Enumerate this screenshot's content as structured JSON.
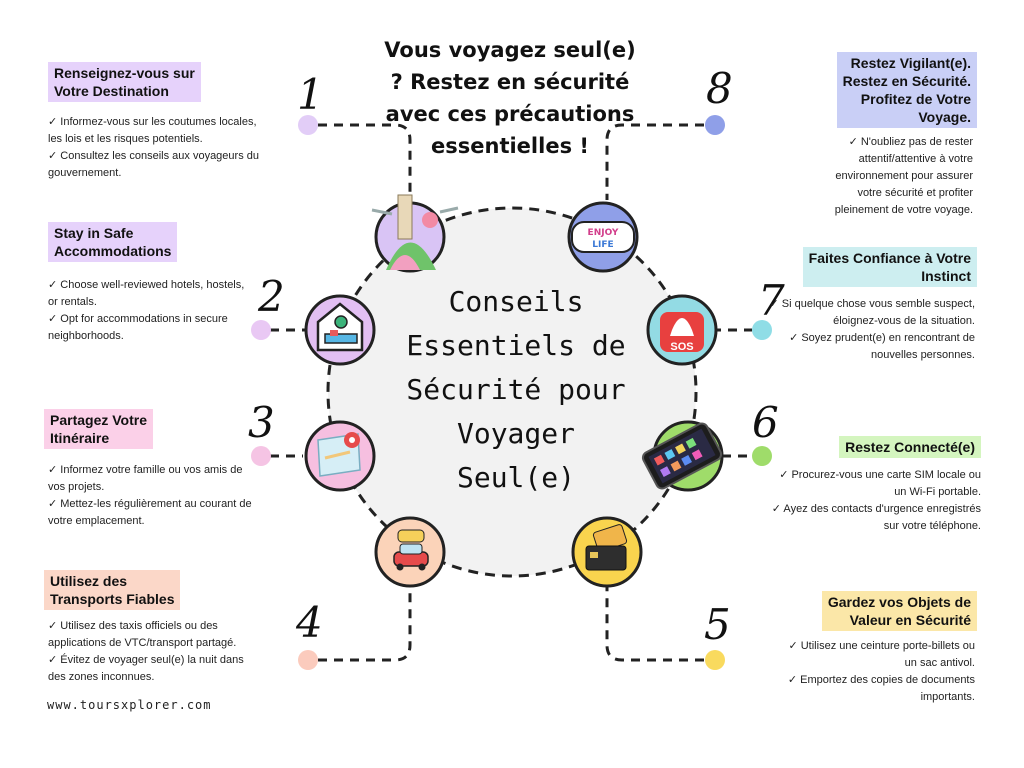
{
  "top_title": "Vous voyagez seul(e) ? Restez en sécurité avec ces précautions essentielles !",
  "center_title": "Conseils Essentiels de Sécurité pour Voyager Seul(e)",
  "footer_url": "www.toursxplorer.com",
  "icon_labels": {
    "enjoy": [
      "ENJOY",
      "LIFE"
    ],
    "sos": "SOS"
  },
  "tips": [
    {
      "number": "1",
      "heading_lines": [
        "Renseignez-vous sur",
        "Votre Destination"
      ],
      "body": [
        "✓ Informez-vous sur les coutumes locales, les lois et les risques potentiels.",
        "✓ Consultez les conseils aux voyageurs du gouvernement."
      ],
      "color": "#e6d2fb",
      "icon": "landmarks-icon"
    },
    {
      "number": "2",
      "heading_lines": [
        "Stay in Safe",
        "Accommodations"
      ],
      "body": [
        "✓ Choose well-reviewed hotels, hostels, or rentals.",
        "✓ Opt for accommodations in secure neighborhoods."
      ],
      "color": "#e6d2fb",
      "icon": "hotel-bed-icon"
    },
    {
      "number": "3",
      "heading_lines": [
        "Partagez Votre",
        "Itinéraire"
      ],
      "body": [
        "✓ Informez votre famille ou vos amis de vos projets.",
        "✓ Mettez-les régulièrement au courant de votre emplacement."
      ],
      "color": "#fbd0e8",
      "icon": "map-pin-icon"
    },
    {
      "number": "4",
      "heading_lines": [
        "Utilisez des",
        "Transports Fiables"
      ],
      "body": [
        "✓ Utilisez des taxis officiels ou des applications de VTC/transport partagé.",
        "✓ Évitez de voyager seul(e) la nuit dans des zones inconnues."
      ],
      "color": "#fbd7c8",
      "icon": "cars-icon"
    },
    {
      "number": "5",
      "heading_lines": [
        "Gardez vos Objets de",
        "Valeur en Sécurité"
      ],
      "body": [
        "✓ Utilisez une ceinture porte-billets ou un sac antivol.",
        "✓ Emportez des copies de documents importants."
      ],
      "color": "#fbe7a8",
      "icon": "credit-card-icon"
    },
    {
      "number": "6",
      "heading_lines": [
        "Restez Connecté(e)"
      ],
      "body": [
        "✓ Procurez-vous une carte SIM locale ou un Wi-Fi portable.",
        "✓ Ayez des contacts d'urgence enregistrés sur votre téléphone."
      ],
      "color": "#d4f5bf",
      "icon": "smartphone-icon"
    },
    {
      "number": "7",
      "heading_lines": [
        "Faites Confiance à Votre",
        "Instinct"
      ],
      "body": [
        "✓ Si quelque chose vous semble suspect, éloignez-vous de la situation.",
        "✓ Soyez prudent(e) en rencontrant de nouvelles personnes."
      ],
      "color": "#cdeef0",
      "icon": "sos-alarm-icon"
    },
    {
      "number": "8",
      "heading_lines": [
        "Restez Vigilant(e).",
        "Restez en Sécurité.",
        "Profitez de Votre",
        "Voyage."
      ],
      "body": [
        "✓ N'oubliez pas de rester attentif/attentive à votre environnement pour assurer votre sécurité et profiter pleinement de votre voyage."
      ],
      "color": "#c9cff6",
      "icon": "enjoy-life-icon"
    }
  ],
  "colors": {
    "dot_1": "#e2cdf7",
    "dot_2": "#e9c8f4",
    "dot_3": "#f5c4e4",
    "dot_4": "#fbcbbd",
    "dot_5": "#f9da5e",
    "dot_6": "#9fdc6a",
    "dot_7": "#8fdde6",
    "dot_8": "#8f9fe8",
    "center_fill": "#f2f2f2",
    "line": "#222222"
  }
}
